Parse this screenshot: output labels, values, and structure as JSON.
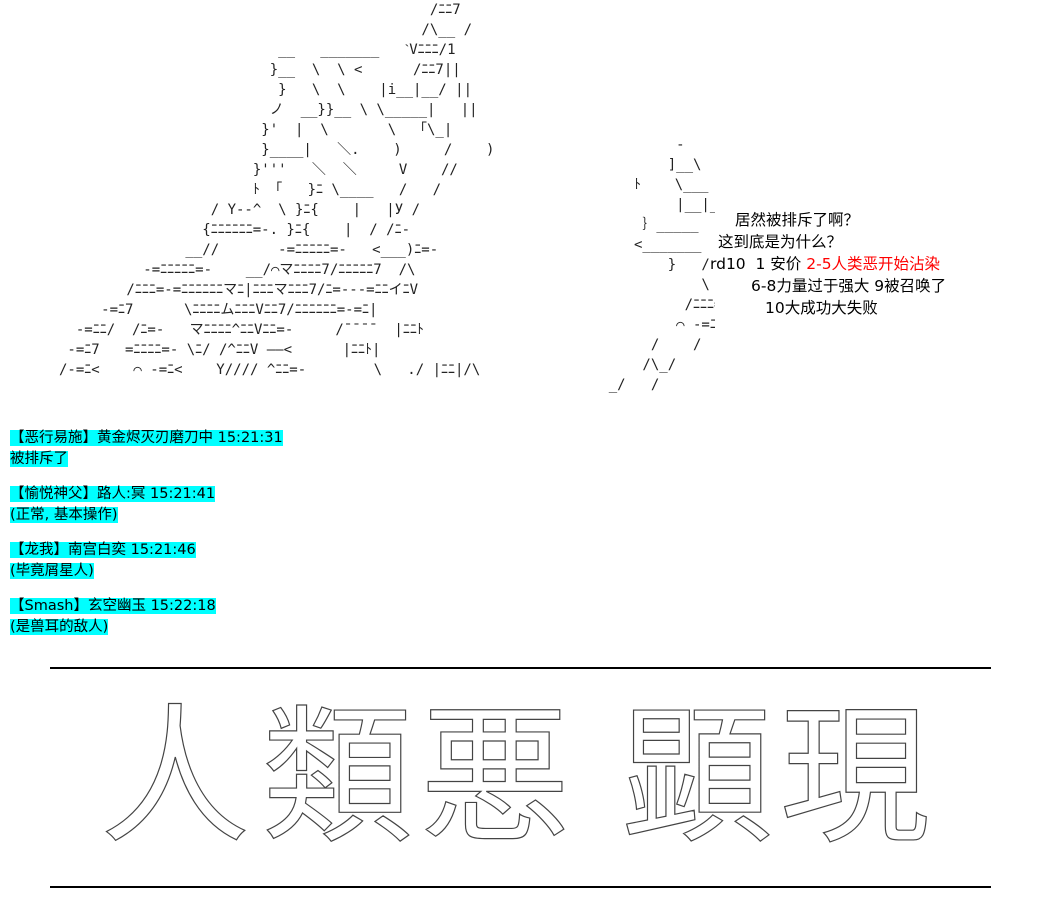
{
  "ascii_art": "                                                   /ﾆﾆ7\n                                                  /\\__ /\n                                 __   _______   ˋVﾆﾆﾆ/1\n                                }__  \\  \\ <      /ﾆﾆ7||\n                                 }   \\  \\    |i__|__/ ||\n                                ノ  __}}__ \\ \\_____|   ||\n                               }'  |  \\       \\  「\\_|\n                               }____|   ＼.    )     /    )\n                              }'''   ＼  ＼     V    //\n                              ﾄ 「   }ﾆ \\____   /   /\n                         / Y--^  \\ }ﾆ{    |   |У /\n                        {ﾆﾆﾆﾆﾆﾆ=-. }ﾆ{    |  / /ﾆ-\n                      __//       -=ﾆﾆﾆﾆﾆ=-   <___)ﾆ=-\n                 -=ﾆﾆﾆﾆﾆ=-    __/⌒マﾆﾆﾆﾆ7/ﾆﾆﾆﾆﾆ7  /\\\n               /ﾆﾆﾆ=-=ﾆﾆﾆﾆﾆﾆマﾆ|ﾆﾆﾆマﾆﾆﾆ7/ﾆ=---=ﾆﾆイﾆV\n            -=ﾆ7      \\ﾆﾆﾆﾆムﾆﾆﾆVﾆﾆ7/ﾆﾆﾆﾆﾆﾆ=-=ﾆ|\n         -=ﾆﾆ/  /ﾆ=-   マﾆﾆﾆﾆ^ﾆﾆVﾆﾆ=-     /¯¯¯¯  |ﾆﾆﾄ\n        -=ﾆ7   =ﾆﾆﾆﾆ=- \\ﾆ/ /^ﾆﾆV ――<      |ﾆﾆﾄ|\n       /-=ﾆ<    ⌒ -=ﾆ<    Y//// ^ﾆﾆ=-        \\   ./ |ﾆﾆ|/\\",
  "right_art": "            -\n           ]__\\\n       ﾄ    \\___ \\\n            |__|____/  /\n        ｝_____    Y |\n       <_______    | |、\n           }   /    |\\\n               \\    / /ﾆ\n             /ﾆﾆﾆ===|ﾆ\n            ⌒ -=ﾆ7ﾆ\n         /    /      7ﾆ\n        /\\_/        ﾆﾆ\n    _/   /          /\\ﾆ",
  "bubble": {
    "line1": "居然被排斥了啊？",
    "line2": "这到底是为什么？",
    "line3_prefix": "rd10  1 安价 ",
    "line3_red": "2-5人类恶开始沾染",
    "line4": "6-8力量过于强大 9被召唤了",
    "line5": "10大成功大失败"
  },
  "comments": [
    {
      "header": "【恶行易施】黄金烬灭刃磨刀中 15:21:31",
      "body": "被排斥了"
    },
    {
      "header": "【愉悦神父】路人:冥 15:21:41",
      "body": "(正常, 基本操作)"
    },
    {
      "header": "【龙我】南宫白奕 15:21:46",
      "body": "(毕竟屑星人)"
    },
    {
      "header": "【Smash】玄空幽玉 15:22:18",
      "body": "(是兽耳的敌人)"
    }
  ],
  "banner": {
    "chars": [
      "人",
      "類",
      "悪",
      "顕",
      "現"
    ]
  },
  "colors": {
    "highlight": "#00ffff",
    "red_text": "#ff0000",
    "background": "#ffffff"
  }
}
